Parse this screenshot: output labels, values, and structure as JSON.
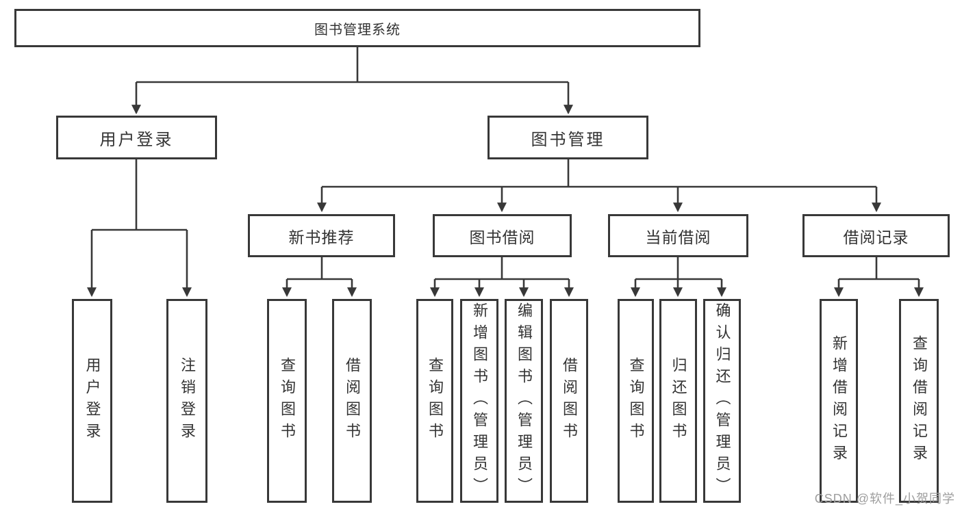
{
  "colors": {
    "line": "#383838",
    "box_border": "#383838",
    "text": "#333333",
    "watermark": "#9e9e9e",
    "background": "#ffffff"
  },
  "watermark": {
    "text": "CSDN @软件_小贺同学"
  },
  "nodes": {
    "root": {
      "label": "图书管理系统"
    },
    "user_login": {
      "label": "用户登录"
    },
    "book_management": {
      "label": "图书管理"
    },
    "new_book_recommend": {
      "label": "新书推荐"
    },
    "book_borrowing": {
      "label": "图书借阅"
    },
    "current_borrowing": {
      "label": "当前借阅"
    },
    "borrowing_records": {
      "label": "借阅记录"
    },
    "leaf_user_login": {
      "label": "用户登录"
    },
    "leaf_logout": {
      "label": "注销登录"
    },
    "leaf_recommend_query_books": {
      "label": "查询图书"
    },
    "leaf_recommend_borrow_books": {
      "label": "借阅图书"
    },
    "leaf_borrow_query_books": {
      "label": "查询图书"
    },
    "leaf_borrow_add_books": {
      "label": "新增图书（管理员）"
    },
    "leaf_borrow_edit_books": {
      "label": "编辑图书（管理员）"
    },
    "leaf_borrow_borrow_books": {
      "label": "借阅图书"
    },
    "leaf_current_query_books": {
      "label": "查询图书"
    },
    "leaf_current_return_books": {
      "label": "归还图书"
    },
    "leaf_current_confirm_return": {
      "label": "确认归还（管理员）"
    },
    "leaf_records_add_record": {
      "label": "新增借阅记录"
    },
    "leaf_records_query_record": {
      "label": "查询借阅记录"
    }
  }
}
